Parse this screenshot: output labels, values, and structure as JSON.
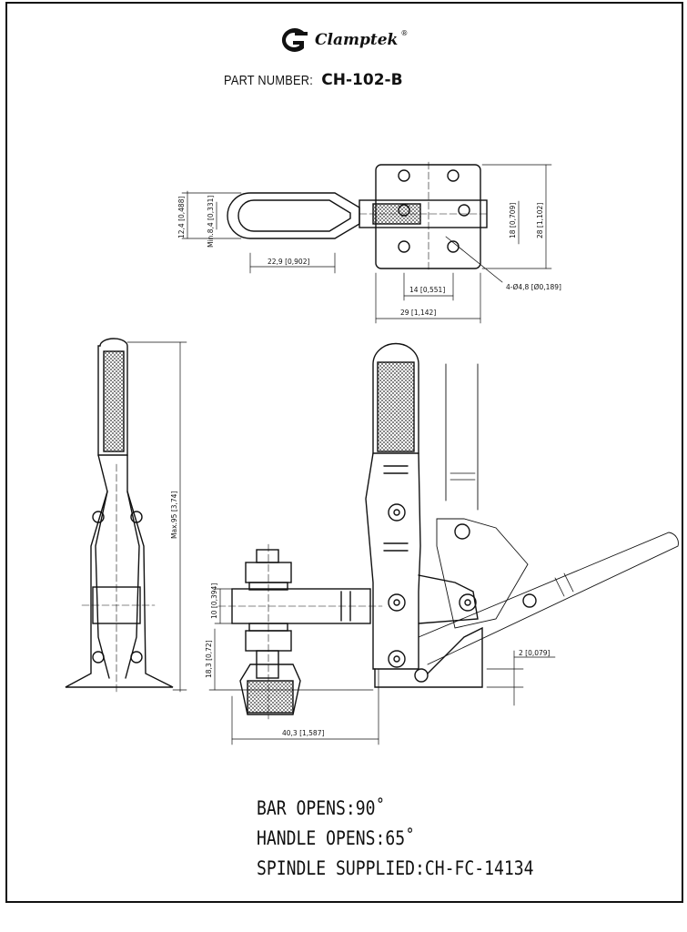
{
  "header": {
    "brand": "Clamptek",
    "trademark": "®",
    "part_label": "PART NUMBER:",
    "part_number": "CH-102-B"
  },
  "dimensions": {
    "d1": "12,4 [0,488]",
    "d2": "Min.8,4 [0,331]",
    "d3": "22,9 [0,902]",
    "d4": "18 [0,709]",
    "d5": "28 [1,102]",
    "d6": "14 [0,551]",
    "d7": "4-Ø4,8 [Ø0,189]",
    "d8": "29 [1,142]",
    "d9": "Max.95 [3,74]",
    "d10": "10 [0,394]",
    "d11": "18,3 [0,72]",
    "d12": "40,3 [1,587]",
    "d13": "2 [0,079]"
  },
  "notes": {
    "bar_opens": "BAR OPENS:90˚",
    "handle_opens": "HANDLE OPENS:65˚",
    "spindle": "SPINDLE SUPPLIED:CH-FC-14134"
  },
  "colors": {
    "line": "#111111",
    "background": "#ffffff"
  }
}
